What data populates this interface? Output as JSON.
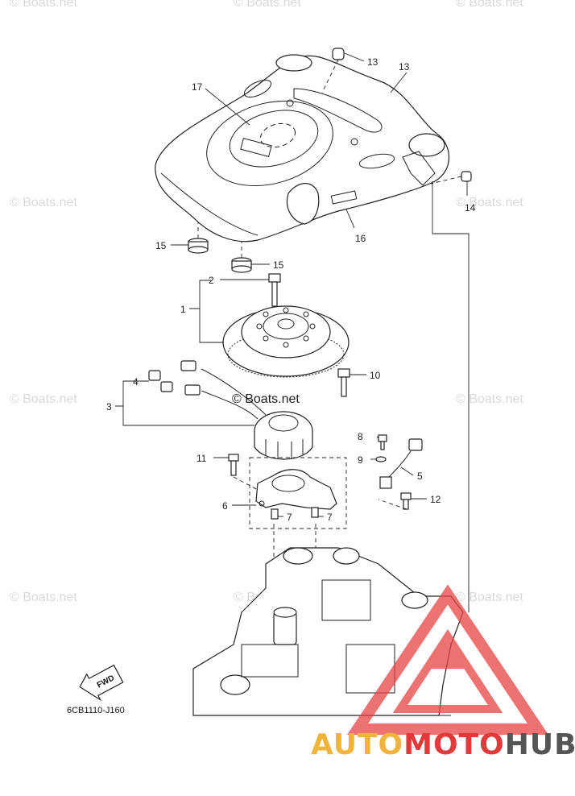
{
  "watermark": {
    "text": "© Boats.net"
  },
  "diagram": {
    "code": "6CB1110-J160",
    "fwd_label": "FWD"
  },
  "callouts": [
    {
      "id": "c1",
      "label": "1"
    },
    {
      "id": "c2",
      "label": "2"
    },
    {
      "id": "c3",
      "label": "3"
    },
    {
      "id": "c4",
      "label": "4"
    },
    {
      "id": "c5",
      "label": "5"
    },
    {
      "id": "c6",
      "label": "6"
    },
    {
      "id": "c7a",
      "label": "7"
    },
    {
      "id": "c7b",
      "label": "7"
    },
    {
      "id": "c8",
      "label": "8"
    },
    {
      "id": "c9",
      "label": "9"
    },
    {
      "id": "c10",
      "label": "10"
    },
    {
      "id": "c11",
      "label": "11"
    },
    {
      "id": "c12",
      "label": "12"
    },
    {
      "id": "c13",
      "label": "13"
    },
    {
      "id": "c14a",
      "label": "14"
    },
    {
      "id": "c14b",
      "label": "14"
    },
    {
      "id": "c15a",
      "label": "15"
    },
    {
      "id": "c15b",
      "label": "15"
    },
    {
      "id": "c16",
      "label": "16"
    },
    {
      "id": "c17",
      "label": "17"
    }
  ],
  "brand": {
    "part1": "AUTO",
    "part2": "MOTO",
    "part3": "HUB",
    "colors": {
      "auto": "#f2b33d",
      "moto": "#e23a3a",
      "hub": "#555555"
    }
  }
}
